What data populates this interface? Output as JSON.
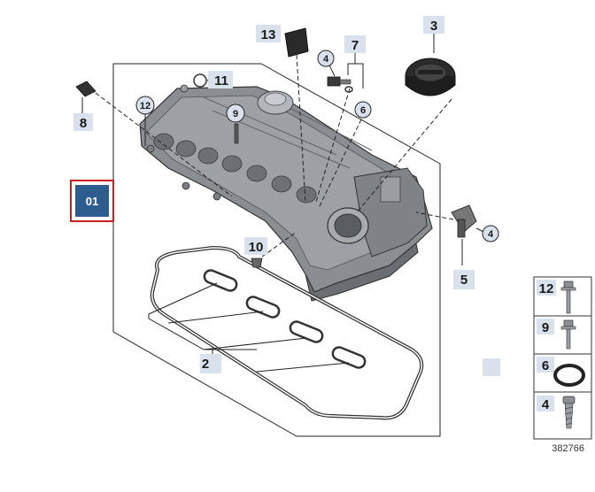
{
  "diagram": {
    "group_code": "01",
    "reference_number": "382766",
    "callouts": {
      "gasket": "2",
      "oil_cap": "3",
      "sensor_top": "4",
      "sensor_right": "4",
      "bolt_m": "5",
      "oring_top": "6",
      "bracket_7": "7",
      "pin_8": "8",
      "bolt_9": "9",
      "plug_10": "10",
      "oring_11": "11",
      "bolt_12": "12",
      "seal_13": "13"
    },
    "legend": [
      {
        "num": "12",
        "icon": "long-bolt-icon"
      },
      {
        "num": "9",
        "icon": "short-bolt-icon"
      },
      {
        "num": "6",
        "icon": "o-ring-icon"
      },
      {
        "num": "4",
        "icon": "screw-icon"
      }
    ],
    "colors": {
      "callout_bg": "#d9e1ec",
      "group_box": "#2d5c8f",
      "group_border": "#cc1f1f",
      "line": "#222222"
    }
  }
}
